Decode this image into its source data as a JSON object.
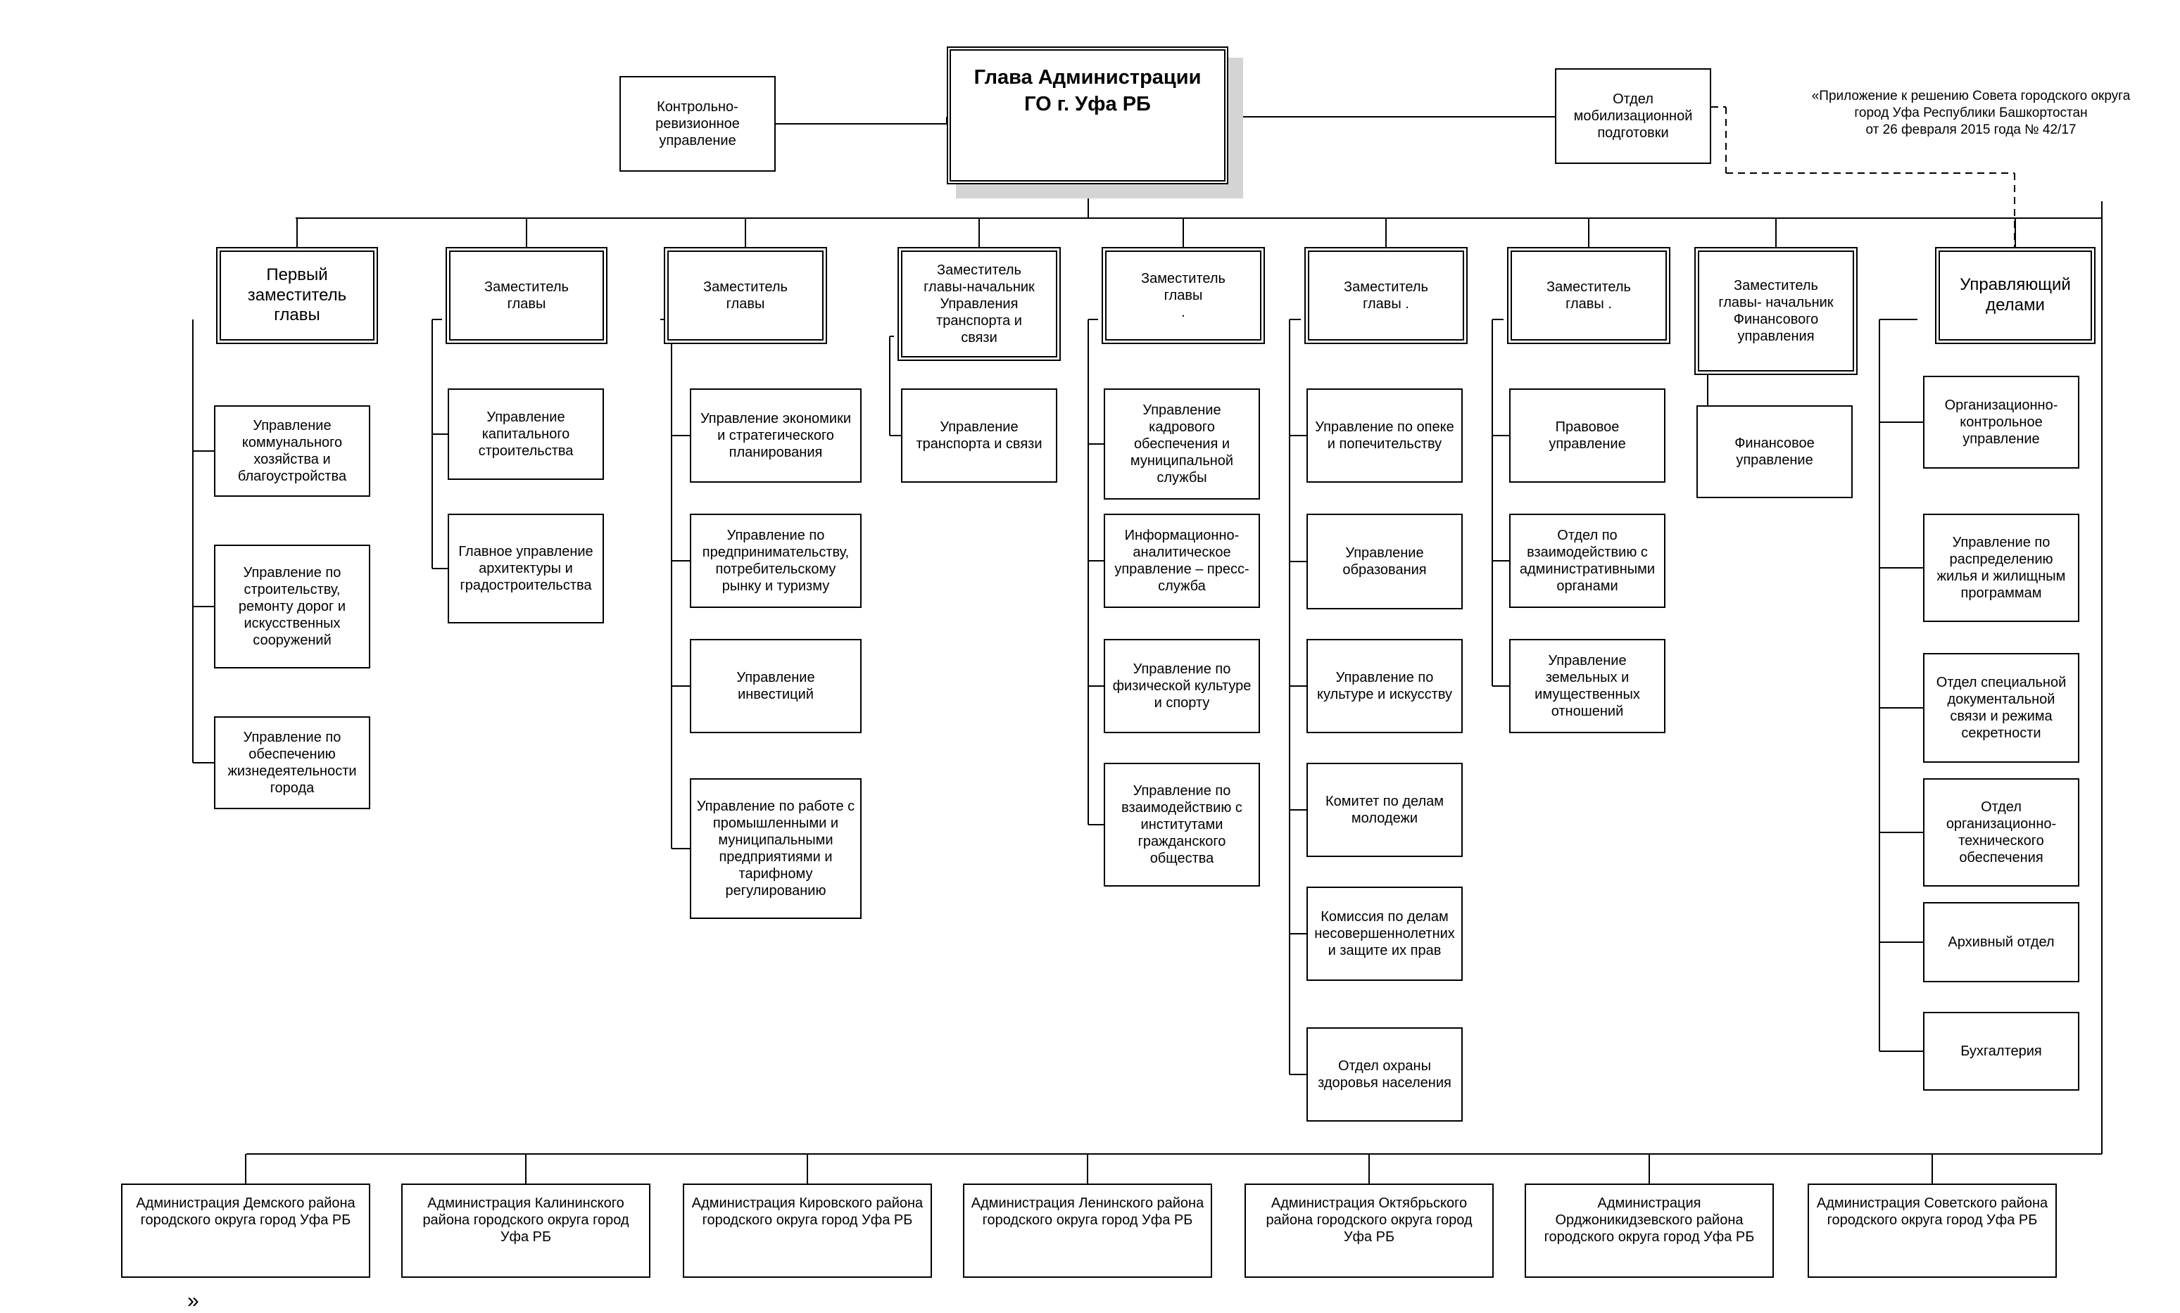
{
  "head": "Глава Администрации\nГО г. Уфа РБ",
  "side_left": "Контрольно-\nревизионное\nуправление",
  "side_right": "Отдел\nмобилизационной\nподготовки",
  "note": "«Приложение к решению  Совета  городского  округа\nгород  Уфа Республики Башкортостан\nот 26 февраля 2015 года № 42/17",
  "closing_quote": "»",
  "deputies": [
    {
      "title": "Первый\nзаместитель\nглавы",
      "units": [
        "Управление\nкоммунального\nхозяйства и\nблагоустройства",
        "Управление по\nстроительству,\nремонту дорог и\nискусственных\nсооружений",
        "Управление по\nобеспечению\nжизнедеятельности\nгорода"
      ]
    },
    {
      "title": "Заместитель\nглавы",
      "units": [
        "Управление\nкапитального\nстроительства",
        "Главное управление\nархитектуры и\nградостроительства"
      ]
    },
    {
      "title": "Заместитель\nглавы",
      "units": [
        "Управление экономики\nи стратегического\nпланирования",
        "Управление по\nпредпринимательству,\nпотребительскому\nрынку и туризму",
        "Управление\nинвестиций",
        "Управление по работе с\nпромышленными и\nмуниципальными\nпредприятиями и\nтарифному\nрегулированию"
      ]
    },
    {
      "title": "Заместитель\nглавы-начальник\nУправления\nтранспорта и\nсвязи",
      "units": [
        "Управление\nтранспорта и связи"
      ]
    },
    {
      "title": "Заместитель\nглавы\n.",
      "units": [
        "Управление\nкадрового\nобеспечения и\nмуниципальной\nслужбы",
        "Информационно-\nаналитическое\nуправление – пресс-\nслужба",
        "Управление по\nфизической культуре\nи спорту",
        "Управление по\nвзаимодействию с\nинститутами\nгражданского\nобщества"
      ]
    },
    {
      "title": "Заместитель\nглавы .",
      "units": [
        "Управление по опеке\nи попечительству",
        "Управление\nобразования",
        "Управление по\nкультуре и искусству",
        "Комитет по делам\nмолодежи",
        "Комиссия по делам\nнесовершеннолетних\nи защите их прав",
        "Отдел охраны\nздоровья населения"
      ]
    },
    {
      "title": "Заместитель\nглавы .",
      "units": [
        "Правовое\nуправление",
        "Отдел по\nвзаимодействию с\nадминистративными\nорганами",
        "Управление\nземельных и\nимущественных\nотношений"
      ]
    },
    {
      "title": "Заместитель\nглавы- начальник\nФинансового\nуправления",
      "units": [
        "Финансовое\nуправление"
      ]
    },
    {
      "title": "Управляющий\nделами",
      "units": [
        "Организационно-\nконтрольное\nуправление",
        "Управление по\nраспределению\nжилья и жилищным\nпрограммам",
        "Отдел специальной\nдокументальной\nсвязи и режима\nсекретности",
        "Отдел\nорганизационно-\nтехнического\nобеспечения",
        "Архивный отдел",
        "Бухгалтерия"
      ]
    }
  ],
  "districts": [
    "Администрация Демского района\nгородского округа город Уфа РБ",
    "Администрация Калининского\nрайона городского округа город\nУфа РБ",
    "Администрация Кировского района\nгородского округа город Уфа РБ",
    "Администрация Ленинского района\nгородского округа город Уфа РБ",
    "Администрация Октябрьского\nрайона городского округа город\nУфа РБ",
    "Администрация\nОрджоникидзевского района\nгородского округа город Уфа РБ",
    "Администрация Советского района\nгородского округа город Уфа РБ"
  ]
}
